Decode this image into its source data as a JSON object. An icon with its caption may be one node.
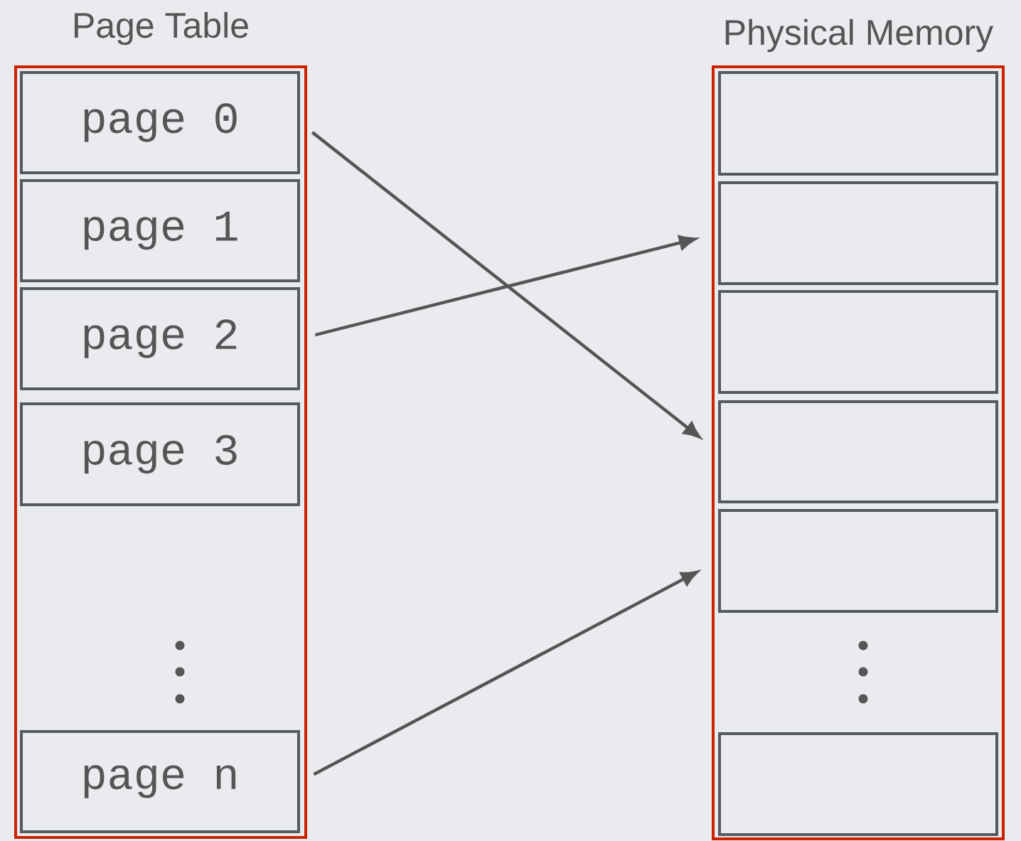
{
  "diagram": {
    "nodes": [
      {
        "text": [
          "Page Table"
        ]
      },
      {
        "text": [
          "page 0"
        ],
        "in": 0
      },
      {
        "text": [
          "page 1"
        ],
        "in": 0
      },
      {
        "text": [
          "page 2"
        ],
        "in": 0
      },
      {
        "text": [
          "page 3"
        ],
        "in": 0
      },
      {
        "text": [
          "page n"
        ],
        "in": 0
      },
      {
        "text": [
          "Physical Memory"
        ]
      },
      {
        "text": [],
        "shape": "box",
        "in": 6
      },
      {
        "text": [],
        "shape": "box",
        "in": 6
      },
      {
        "text": [],
        "shape": "box",
        "in": 6
      },
      {
        "text": [],
        "shape": "box",
        "in": 6
      },
      {
        "text": [],
        "shape": "box",
        "in": 6
      },
      {
        "text": [],
        "shape": "box",
        "in": 6
      }
    ],
    "edges": [
      {
        "from": 1,
        "to": 10,
        "arrow": "to"
      },
      {
        "from": 3,
        "to": 8,
        "arrow": "to"
      },
      {
        "from": 5,
        "to": 11,
        "arrow": "to"
      }
    ]
  }
}
